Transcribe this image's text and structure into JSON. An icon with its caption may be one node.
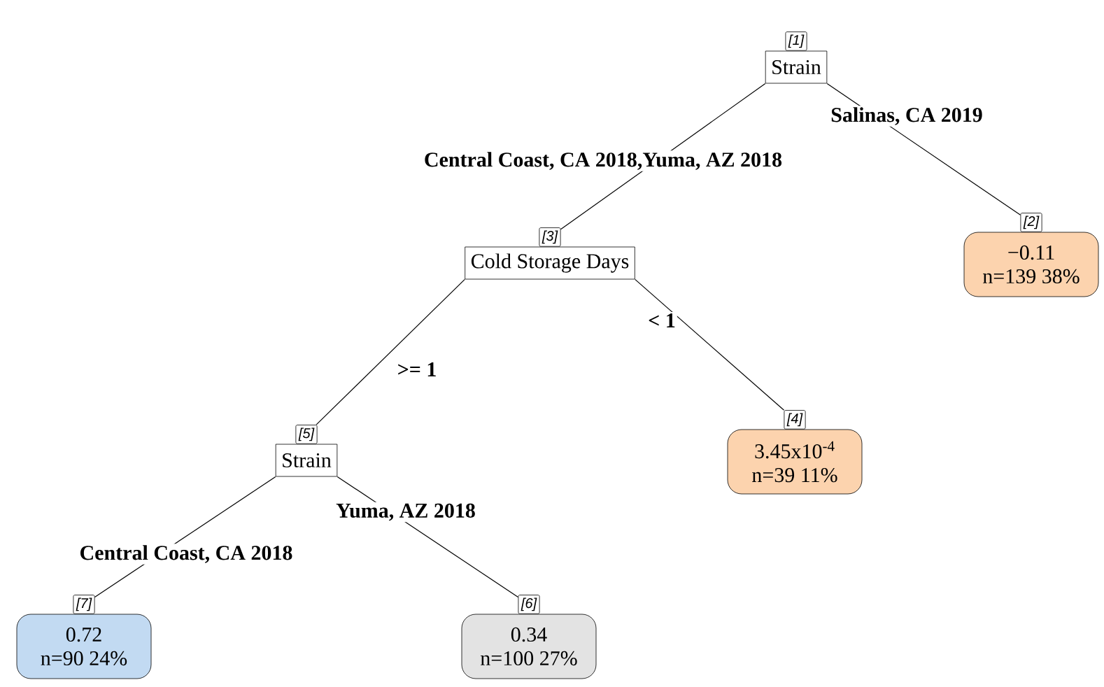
{
  "diagram": {
    "nodes": [
      {
        "text": [
          "Strain"
        ],
        "beside": [
          "[1]"
        ]
      },
      {
        "text": [
          "−0.11",
          "n=139  38%"
        ],
        "beside": [
          "[2]"
        ]
      },
      {
        "text": [
          "Cold Storage Days"
        ],
        "beside": [
          "[3]"
        ]
      },
      {
        "text": [
          "3.45x10$^{-4}$",
          "n=39  11%"
        ],
        "beside": [
          "[4]"
        ]
      },
      {
        "text": [
          "Strain"
        ],
        "beside": [
          "[5]"
        ]
      },
      {
        "text": [
          "0.34",
          "n=100  27%"
        ],
        "beside": [
          "[6]"
        ]
      },
      {
        "text": [
          "0.72",
          "n=90  24%"
        ],
        "beside": [
          "[7]"
        ]
      }
    ],
    "edges": [
      {
        "from": 0,
        "to": 2,
        "arrow": "none",
        "label": "Central Coast, CA 2018,Yuma, AZ 2018"
      },
      {
        "from": 0,
        "to": 1,
        "arrow": "none",
        "label": "Salinas, CA 2019"
      },
      {
        "from": 2,
        "to": 4,
        "arrow": "none",
        "label": ">= 1"
      },
      {
        "from": 2,
        "to": 3,
        "arrow": "none",
        "label": "< 1"
      },
      {
        "from": 4,
        "to": 6,
        "arrow": "none",
        "label": "Central Coast, CA 2018"
      },
      {
        "from": 4,
        "to": 5,
        "arrow": "none",
        "label": "Yuma, AZ 2018"
      }
    ]
  }
}
